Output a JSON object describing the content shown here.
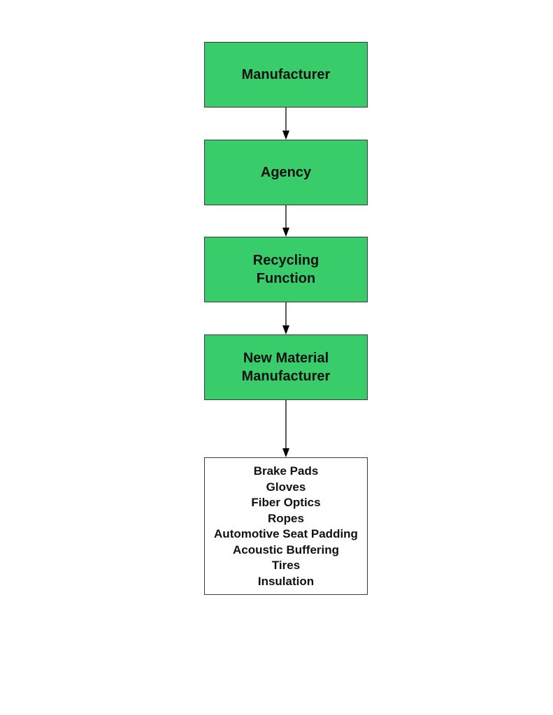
{
  "nodes": {
    "manufacturer": {
      "lines": [
        "Manufacturer"
      ]
    },
    "agency": {
      "lines": [
        "Agency"
      ]
    },
    "recycling": {
      "lines": [
        "Recycling",
        "Function"
      ]
    },
    "new_material": {
      "lines": [
        "New Material",
        "Manufacturer"
      ]
    },
    "products": {
      "items": [
        "Brake Pads",
        "Gloves",
        "Fiber Optics",
        "Ropes",
        "Automotive Seat Padding",
        "Acoustic Buffering",
        "Tires",
        "Insulation"
      ]
    }
  },
  "colors": {
    "box_fill": "#38cd6a",
    "border": "#3a3a3a",
    "arrow": "#000000"
  }
}
